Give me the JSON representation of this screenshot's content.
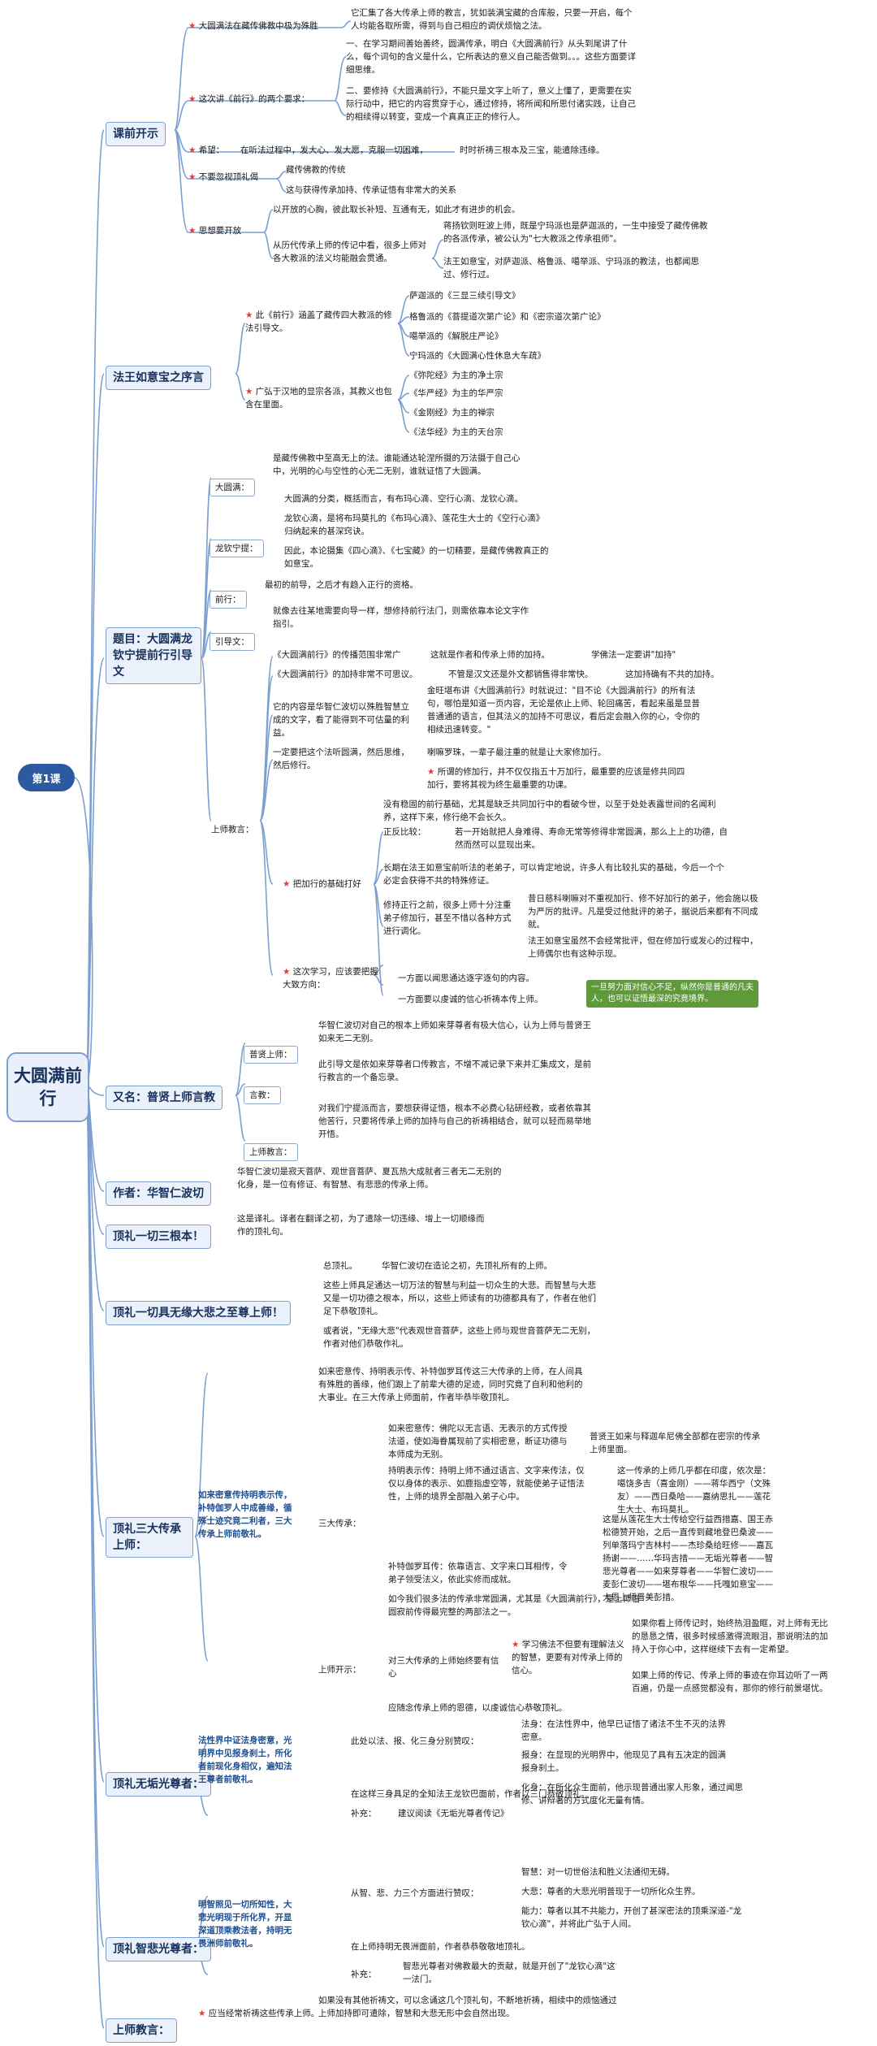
{
  "root": "大圆满前行",
  "lesson": "第1课",
  "sections": {
    "s1": "课前开示",
    "s2": "法王如意宝之序言",
    "s3": "题目：大圆满龙钦宁提前行引导文",
    "s4": "又名：普贤上师言教",
    "s5": "作者：华智仁波切",
    "s6": "顶礼一切三根本！",
    "s7": "顶礼一切具无缘大悲之至尊上师！",
    "s8": "顶礼三大传承上师：",
    "s9": "顶礼无垢光尊者：",
    "s10": "顶礼智悲光尊者：",
    "s11": "上师教言："
  },
  "s1": {
    "a1": "大圆满法在藏传佛教中极为殊胜",
    "a1t": "它汇集了各大传承上师的教言，犹如装满宝藏的合库般，只要一开启，每个人均能各取所需，得到与自己相应的调伏烦恼之法。",
    "a2": "这次讲《前行》的两个要求：",
    "a2t1": "一、在学习期间善始善终，圆满传承，明白《大圆满前行》从头到尾讲了什么，每个词句的含义是什么，它所表达的意义自己能否做到。。。这些方面要详细思维。",
    "a2t2": "二、要修持《大圆满前行》，不能只是文字上听了，意义上懂了，更需要在实际行动中，把它的内容贯穿于心，通过修持，将所闻和所思付诸实践，让自己的相续得以转变，变成一个真真正正的修行人。",
    "a3": "希望：",
    "a3t": "在听法过程中，发大心、发大愿，克服一切困难，",
    "a3t2": "时时祈祷三根本及三宝，能遣除违缘。",
    "a4": "不要忽视顶礼偈",
    "a4t1": "藏传佛教的传统",
    "a4t2": "这与获得传承加持、传承证悟有非常大的关系",
    "a5": "思想要开放",
    "a5t1": "以开放的心胸，彼此取长补短、互通有无，如此才有进步的机会。",
    "a5t2": "从历代传承上师的传记中看，很多上师对各大教派的法义均能融会贯通。",
    "a5t3": "蒋扬钦则旺波上师，既是宁玛派也是萨迦派的，一生中接受了藏传佛教的各派传承，被公认为\"七大教派之传承祖师\"。",
    "a5t4": "法王如意宝，对萨迦派、格鲁派、噶举派、宁玛派的教法，也都闻思过、修行过。"
  },
  "s2": {
    "b1": "此《前行》涵盖了藏传四大教派的修法引导文。",
    "b1t1": "萨迦派的《三显三续引导文》",
    "b1t2": "格鲁派的《菩提道次第广论》和《密宗道次第广论》",
    "b1t3": "噶举派的《解脱庄严论》",
    "b1t4": "宁玛派的《大圆满心性休息大车疏》",
    "b2": "广弘于汉地的显宗各派，其教义也包含在里面。",
    "b2t1": "《弥陀经》为主的净土宗",
    "b2t2": "《华严经》为主的华严宗",
    "b2t3": "《金刚经》为主的禅宗",
    "b2t4": "《法华经》为主的天台宗"
  },
  "s3": {
    "c1": "大圆满：",
    "c1t": "是藏传佛教中至高无上的法。谁能通达轮涅所摄的万法摄于自己心中，光明的心与空性的心无二无别，谁就证悟了大圆满。",
    "c2": "龙钦宁提：",
    "c2t1": "大圆满的分类，概括而言，有布玛心滴、空行心滴、龙钦心滴。",
    "c2t2": "龙钦心滴，是将布玛莫扎的《布玛心滴》、莲花生大士的《空行心滴》归纳起来的甚深窍诀。",
    "c2t3": "因此，本论摄集《四心滴》、《七宝藏》的一切精要，是藏传佛教真正的如意宝。",
    "c3": "前行：",
    "c3t": "最初的前导，之后才有趋入正行的资格。",
    "c4": "引导文：",
    "c4t": "就像去往某地需要向导一样，想修持前行法门，则需依靠本论文字作指引。",
    "c5": "上师教言：",
    "c5a": "《大圆满前行》的传播范围非常广",
    "c5a2": "这就是作者和传承上师的加持。",
    "c5a3": "学佛法一定要讲\"加持\"",
    "c5b": "《大圆满前行》的加持非常不可思议。",
    "c5b2": "不管是汉文还是外文都销售得非常快。",
    "c5b3": "这加持确有不共的加持。",
    "c5c": "它的内容是华智仁波切以殊胜智慧立成的文字，看了能得到不可估量的利益。",
    "c5c2": "金旺堪布讲《大圆满前行》时就说过：\"目不论《大圆满前行》的所有法句，哪怕是知道一页内容，无论是依止上师、轮回痛苦，看起来虽是显普普通通的语言，但其法义的加持不可思议，看后定会融入你的心，令你的相续迅速转变。\"",
    "c5d": "一定要把这个法听圆满，然后思维，然后修行。",
    "c5d2": "喇嘛罗珠，一辈子最注重的就是让大家修加行。",
    "c5d3": "所谓的修加行，并不仅仅指五十万加行，最重要的应该是修共同四加行，要将其视为终生最重要的功课。",
    "c5e": "把加行的基础打好",
    "c5e1": "没有稳固的前行基础，尤其是缺乏共同加行中的看破今世，以至于处处表露世间的名闻利养，这样下来，修行绝不会长久。",
    "c5e2": "正反比较：",
    "c5e2a": "若一开始就把人身难得、寿命无常等修得非常圆满，那么上上的功德，自然而然可以显现出来。",
    "c5e2b": "长期在法王如意宝前听法的老弟子，可以肯定地说，许多人有比较扎实的基础，今后一个个必定会获得不共的特殊修证。",
    "c5e3": "修持正行之前，很多上师十分注重弟子修加行，甚至不惜以各种方式进行调化。",
    "c5e3a": "昔日慈科喇嘛对不重视加行、修不好加行的弟子，他会施以极为严厉的批评。凡是受过他批评的弟子，据说后来都有不同成就。",
    "c5e3b": "法王如意宝虽然不会经常批评，但在修加行或发心的过程中，上师偶尔也有这种示现。",
    "c5f": "这次学习，应该要把握大致方向：",
    "c5f1": "一方面以闻思通达逐字逐句的内容。",
    "c5f2": "一方面要以虔诚的信心祈祷本传上师。",
    "c5tag": "一旦努力面对信心不足，纵然你是普通的凡夫人，也可以证悟最深的究竟境界。"
  },
  "s4": {
    "d1": "普贤上师：",
    "d1t": "华智仁波切对自己的根本上师如来芽尊者有极大信心，认为上师与普贤王如来无二无别。",
    "d2": "言教：",
    "d2t": "此引导文是依如来芽尊者口传教言，不增不减记录下来并汇集成文，是前行教言的一个备忘录。",
    "d3": "上师教言：",
    "d3t": "对我们宁提派而言，要想获得证悟，根本不必费心钻研经教，或者依靠其他苦行，只要将传承上师的加持与自己的祈祷相结合，就可以轻而易举地开悟。"
  },
  "s5": {
    "e1": "华智仁波切是寂天菩萨、观世音菩萨、夏瓦热大成就者三者无二无别的化身，是一位有修证、有智慧、有悲悲的传承上师。"
  },
  "s6": {
    "f1": "这是译礼。译者在翻译之初，为了遣除一切违缘、增上一切顺缘而作的顶礼句。"
  },
  "s7": {
    "g1": "总顶礼。",
    "g1b": "华智仁波切在造论之初，先顶礼所有的上师。",
    "g2": "这些上师具足通达一切万法的智慧与利益一切众生的大悲。而智慧与大悲又是一切功德之根本，所以，这些上师读有的功德都具有了，作者在他们足下恭敬顶礼。",
    "g3": "或者说，\"无缘大悲\"代表观世音菩萨，这些上师与观世音菩萨无二无别，作者对他们恭敬作礼。"
  },
  "s8": {
    "h0": "如来密意传持明表示传，补特伽罗人中成善缘，循殊士迹究竟二利者，三大传承上师前敬礼。",
    "h1": "如来密意传、持明表示传、补特伽罗耳传这三大传承的上师，在人间具有殊胜的善缘，他们跟上了前辈大德的足迹，同时究竟了自利和他利的大事业。在三大传承上师面前，作者毕恭毕敬顶礼。",
    "h2": "三大传承：",
    "h2a": "如来密意传：佛陀以无言语、无表示的方式传授法道，使如海眷属现前了实相密意，断证功德与本师成为无别。",
    "h2a2": "普贤王如来与释迦牟尼佛全部都在密宗的传承上师里面。",
    "h2b": "持明表示传：持明上师不通过语言、文字来传法，仅仅以身体的表示、如鹿指虚空等，就能使弟子证悟法性，上师的境界全部融入弟子心中。",
    "h2b2": "这一传承的上师几乎都在印度，依次是：噶饶多吉（喜金刚）——蒋华西宁（文殊友）——西日桑哈——嘉纳思扎——莲花生大士、布玛莫扎。",
    "h2c": "补特伽罗耳传：依靠语言、文字来口耳相传，令弟子领受法义，依此实修而成就。",
    "h2c2": "这是从莲花生大士传给空行益西措嘉、国王赤松德赞开始，之后一直传到藏地登巴桑波——列单落玛宁吉林村——杰珍桑给旺修——嘉瓦扬谢——……华玛吉措——无垢光尊者——智悲光尊者——如来芽尊者——华智仁波切——麦彭仁波切——堪布根华——托嘎如意宝——大恩上师晋美彭措。",
    "h3": "上师开示：",
    "h3a": "如今我们很多法的传承非常圆满，尤其是《大圆满前行》，是上师临圆寂前传得最完整的两部法之一。",
    "h3b": "对三大传承的上师始终要有信心",
    "h3b1": "学习佛法不但要有理解法义的智慧，更要有对传承上师的信心。",
    "h3b2": "如果你看上师传记时，始终热泪盈眶，对上师有无比的恳恳之情，很多时候感激得流眼泪，那说明法的加持入于你心中，这样继续下去有一定希望。",
    "h3b3": "如果上师的传记、传承上师的事迹在你耳边听了一两百遍，仍是一点感觉都没有，那你的修行前景堪忧。",
    "h3c": "应随念传承上师的恩德，以虔诚信心恭敬顶礼。"
  },
  "s9": {
    "i0": "法性界中证法身密意，光明界中见报身刹土，所化者前现化身相仪，遍知法王尊者前敬礼。",
    "i1": "此处以法、报、化三身分别赞叹：",
    "i1a": "法身：在法性界中，他早已证悟了诸法不生不灭的法界密意。",
    "i1b": "报身：在显现的光明界中，他现见了具有五决定的圆满报身刹土。",
    "i1c": "化身：在所化众生面前，他示现普通出家人形象，通过闻思修、讲辩著的方式度化无量有情。",
    "i2": "在这样三身具足的全知法王龙钦巴面前，作者以三门恭敬顶礼。",
    "i3": "补充：",
    "i3b": "建议阅读《无垢光尊者传记》"
  },
  "s10": {
    "j0": "明智照见一切所知性，大悲光明现于所化界，开显深道顶乘教法者，持明无畏洲师前敬礼。",
    "j1": "从智、悲、力三个方面进行赞叹：",
    "j1a": "智慧：对一切世俗法和胜义法通彻无碍。",
    "j1b": "大悲：尊者的大悲光明普现于一切所化众生界。",
    "j1c": "能力：尊者以其不共能力，开创了甚深密法的顶乘深道-\"龙钦心滴\"，并将此广弘于人间。",
    "j2": "在上师持明无畏洲面前，作者恭恭敬敬地顶礼。",
    "j3": "补充：",
    "j3b": "智悲光尊者对佛教最大的贡献，就是开创了\"龙钦心滴\"这一法门。"
  },
  "s11": {
    "k1": "应当经常祈祷这些传承上师。",
    "k1t": "如果没有其他祈祷文，可以念诵这几个顶礼句，不断地祈祷，相续中的烦恼通过上师加持即可遣除，智慧和大悲无形中会自然出现。"
  },
  "colors": {
    "branch": "#7a9fd0",
    "accent": "#1d4f91",
    "star": "#e03a3a",
    "lesson": "#2c5aa0",
    "tag": "#5e9a3a"
  }
}
